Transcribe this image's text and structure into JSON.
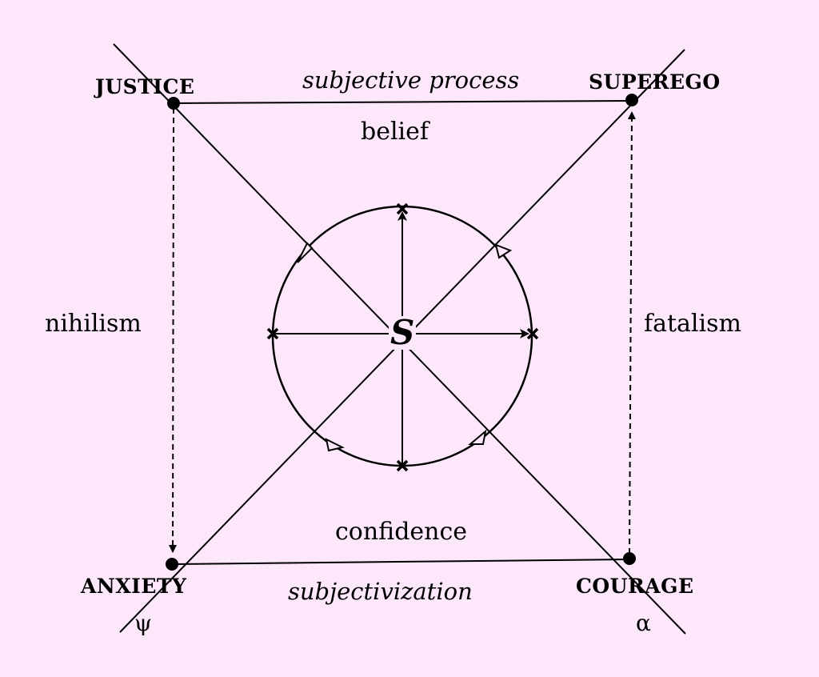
{
  "corners": {
    "top_left": "JUSTICE",
    "top_right": "SUPEREGO",
    "bottom_left": "ANXIETY",
    "bottom_right": "COURAGE"
  },
  "edges": {
    "top_italic": "subjective process",
    "top_inner": "belief",
    "bottom_inner": "confidence",
    "bottom_italic": "subjectivization",
    "left": "nihilism",
    "right": "fatalism"
  },
  "symbols": {
    "center": "S",
    "psi": "ψ",
    "alpha": "α"
  },
  "colors": {
    "background": "#fde8fb",
    "ink": "#000000"
  }
}
